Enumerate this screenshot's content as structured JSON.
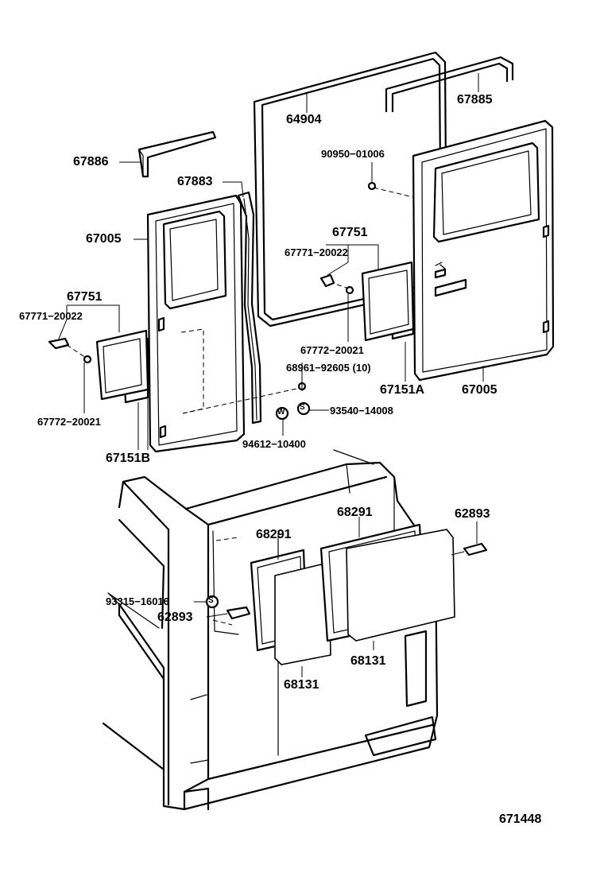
{
  "labels": {
    "p64904": "64904",
    "p67885": "67885",
    "p67886": "67886",
    "p67883": "67883",
    "p90950": "90950−01006",
    "p67005_left": "67005",
    "p67751_mid": "67751",
    "p67771_mid": "67771−20022",
    "p67751_left": "67751",
    "p67771_left": "67771−20022",
    "p67772_mid": "67772−20021",
    "p68961": "68961−92605 (10)",
    "p67151A": "67151A",
    "p67005_right": "67005",
    "p93540": "93540−14008",
    "p67772_left": "67772−20021",
    "p94612": "94612−10400",
    "p67151B": "67151B",
    "p62893_right": "62893",
    "p68291_right": "68291",
    "p68291_left": "68291",
    "p93315": "93315−16016",
    "p62893_left": "62893",
    "p68131_right": "68131",
    "p68131_left": "68131",
    "fig_number": "671448"
  },
  "symbols": {
    "s_symbol": "S",
    "w_symbol": "W"
  }
}
